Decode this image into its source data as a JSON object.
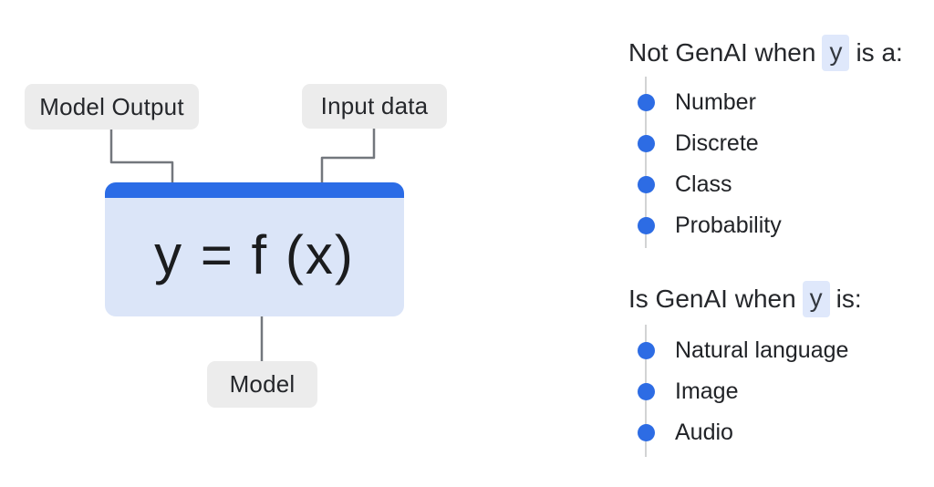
{
  "slide": {
    "left": {
      "output_label": "Model Output",
      "input_label": "Input data",
      "model_label": "Model",
      "formula": "y = f (x)"
    },
    "right": {
      "sections": [
        {
          "heading_pre": "Not GenAI when",
          "heading_var": "y",
          "heading_post": "is a:",
          "items": [
            "Number",
            "Discrete",
            "Class",
            "Probability"
          ]
        },
        {
          "heading_pre": "Is GenAI when",
          "heading_var": "y",
          "heading_post": "is:",
          "items": [
            "Natural language",
            "Image",
            "Audio"
          ]
        }
      ]
    },
    "colors": {
      "accent_blue": "#2b6ce6",
      "bullet_blue": "#2d6ce4",
      "box_fill": "#dbe5f8",
      "highlight_fill": "#dfe8fb",
      "label_fill": "#ececec",
      "connector_gray": "#73777d",
      "timeline_gray": "#d2d3d4",
      "text_dark": "#212327"
    }
  }
}
